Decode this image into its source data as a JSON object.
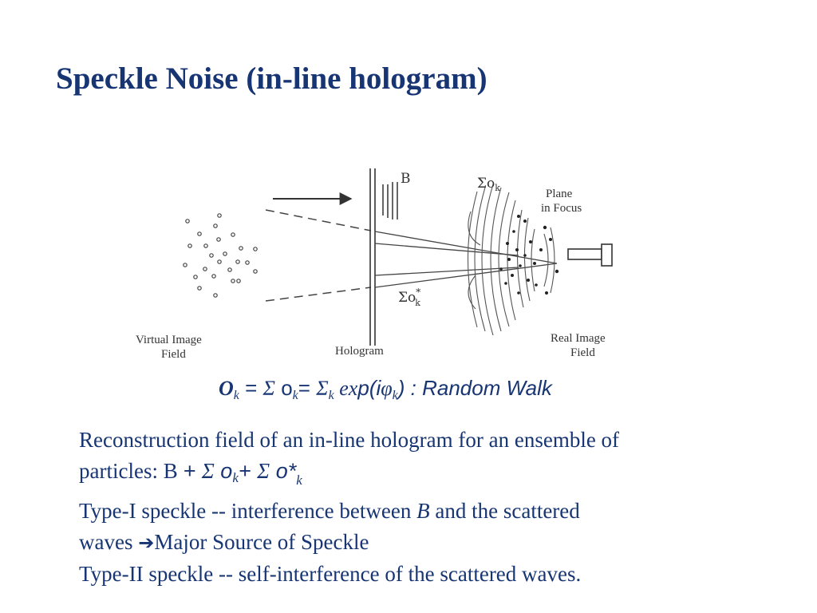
{
  "slide": {
    "title": "Speckle Noise (in-line hologram)"
  },
  "diagram": {
    "labels": {
      "b": "B",
      "sum_ok": "Σo",
      "sum_ok_sub": "k",
      "sum_ok_star": "Σo",
      "sum_ok_star_sup": "*",
      "sum_ok_star_sub": "k",
      "plane_in_focus_1": "Plane",
      "plane_in_focus_2": "in Focus",
      "virtual_image_1": "Virtual Image",
      "virtual_image_2": "Field",
      "hologram": "Hologram",
      "real_image_1": "Real Image",
      "real_image_2": "Field"
    }
  },
  "formula": {
    "O": "O",
    "k1": "k",
    "eq1": " = ",
    "sigma1": "Σ",
    "o": " o",
    "k2": "k",
    "eq2": "= ",
    "sigma2": "Σ",
    "k3": "k",
    "ex": " ex",
    "p_open": "p(",
    "i": "i",
    "phi": "φ",
    "k4": "k",
    "close": ") : Random Walk"
  },
  "body": {
    "line1": "Reconstruction field of an in-line hologram for an ensemble of",
    "line2_a": "particles:  B ",
    "line2_plus1": "+ ",
    "line2_sigma1": "Σ",
    "line2_o1": " o",
    "line2_k1": "k",
    "line2_plus2": "+ ",
    "line2_sigma2": "Σ",
    "line2_o2": " o",
    "line2_star": "*",
    "line2_k2": "k",
    "line3_a": "Type-I speckle -- interference between ",
    "line3_b": "B",
    "line3_c": " and the scattered",
    "line4_a": "waves ",
    "line4_arrow": "➔",
    "line4_b": "Major Source of Speckle",
    "line5": "Type-II speckle -- self-interference of the scattered waves."
  },
  "colors": {
    "title": "#173573",
    "text": "#173573",
    "diagram": "#333333"
  }
}
